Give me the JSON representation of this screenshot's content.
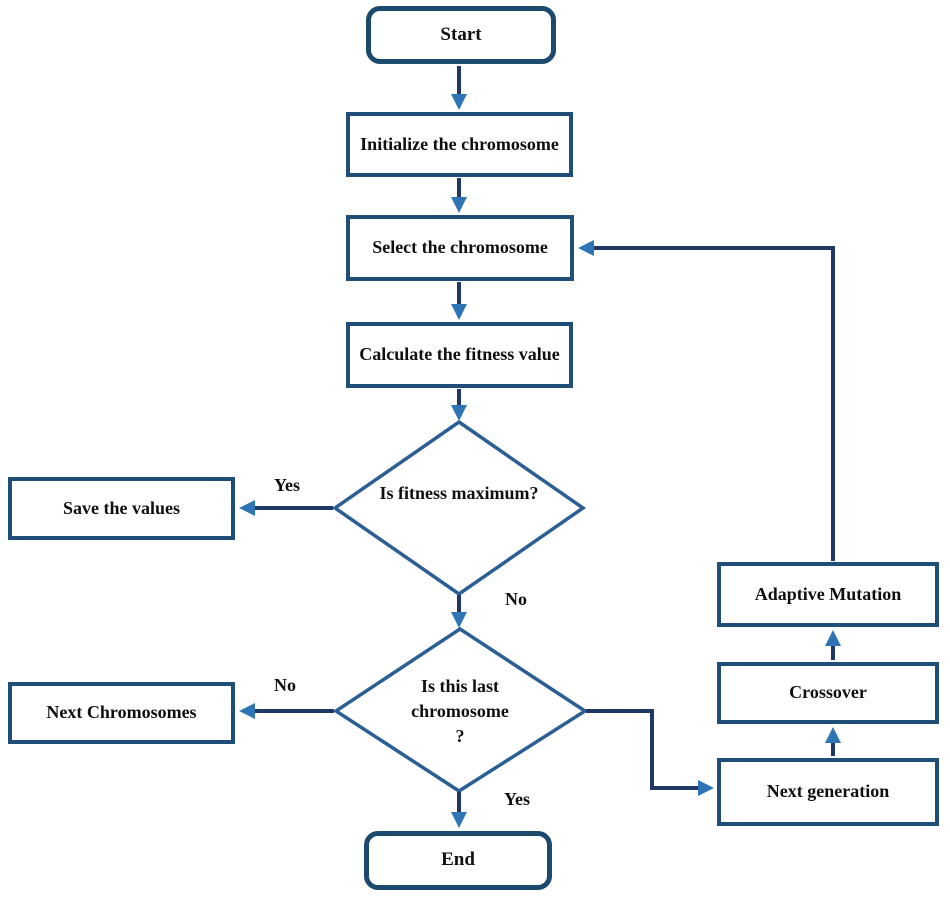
{
  "diagram": {
    "type": "flowchart",
    "subject": "Adaptive genetic algorithm flow",
    "colors": {
      "background": "#ffffff",
      "box_border": "#1f4e79",
      "terminator_border": "#1c4a6e",
      "diamond_border": "#2a5e94",
      "line": "#1f3864",
      "arrowhead": "#2e75b6",
      "text": "#0f0f0f"
    },
    "nodes": {
      "start": {
        "label": "Start",
        "type": "terminator"
      },
      "initialize": {
        "label": "Initialize the chromosome",
        "type": "process"
      },
      "select": {
        "label": "Select the chromosome",
        "type": "process"
      },
      "calculate": {
        "label": "Calculate the fitness value",
        "type": "process"
      },
      "fitness_decision": {
        "label": "Is fitness maximum?",
        "type": "decision"
      },
      "save": {
        "label": "Save the values",
        "type": "process"
      },
      "last_decision": {
        "label": "Is this last chromosome ?",
        "type": "decision"
      },
      "next_chromosomes": {
        "label": "Next Chromosomes",
        "type": "process"
      },
      "end": {
        "label": "End",
        "type": "terminator"
      },
      "next_generation": {
        "label": "Next generation",
        "type": "process"
      },
      "crossover": {
        "label": "Crossover",
        "type": "process"
      },
      "adaptive_mutation": {
        "label": "Adaptive Mutation",
        "type": "process"
      }
    },
    "edge_labels": {
      "fitness_yes": "Yes",
      "fitness_no": "No",
      "last_no": "No",
      "last_yes": "Yes"
    },
    "edges": [
      {
        "from": "start",
        "to": "initialize"
      },
      {
        "from": "initialize",
        "to": "select"
      },
      {
        "from": "select",
        "to": "calculate"
      },
      {
        "from": "calculate",
        "to": "fitness_decision"
      },
      {
        "from": "fitness_decision",
        "to": "save",
        "label": "Yes"
      },
      {
        "from": "fitness_decision",
        "to": "last_decision",
        "label": "No"
      },
      {
        "from": "last_decision",
        "to": "next_chromosomes",
        "label": "No"
      },
      {
        "from": "last_decision",
        "to": "end",
        "label": "Yes"
      },
      {
        "from": "last_decision",
        "to": "next_generation"
      },
      {
        "from": "next_generation",
        "to": "crossover"
      },
      {
        "from": "crossover",
        "to": "adaptive_mutation"
      },
      {
        "from": "adaptive_mutation",
        "to": "select"
      }
    ]
  }
}
